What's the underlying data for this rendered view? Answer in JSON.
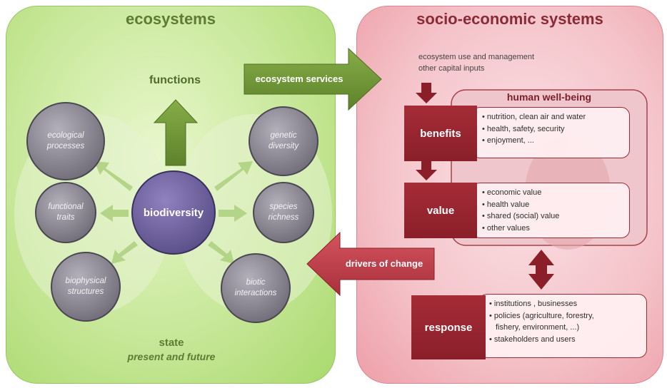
{
  "ecosystems": {
    "title": "ecosystems",
    "functions_label": "functions",
    "state_label": "state",
    "state_sub": "present and future",
    "center": "biodiversity",
    "circles": [
      {
        "id": "ecological-processes",
        "label": "ecological\nprocesses"
      },
      {
        "id": "functional-traits",
        "label": "functional\ntraits"
      },
      {
        "id": "biophysical-structures",
        "label": "biophysical\nstructures"
      },
      {
        "id": "genetic-diversity",
        "label": "genetic\ndiversity"
      },
      {
        "id": "species-richness",
        "label": "species\nrichness"
      },
      {
        "id": "biotic-interactions",
        "label": "biotic\ninteractions"
      }
    ]
  },
  "arrows": {
    "ecosystem_services": "ecosystem services",
    "drivers_of_change": "drivers of change"
  },
  "socio": {
    "title": "socio-economic systems",
    "note_line1": "ecosystem use and management",
    "note_line2": "other capital inputs",
    "human_wellbeing": "human well-being",
    "benefits": {
      "label": "benefits",
      "items": [
        "nutrition, clean air and water",
        "health, safety, security",
        "enjoyment, ..."
      ]
    },
    "value": {
      "label": "value",
      "items": [
        "economic value",
        "health value",
        "shared (social) value",
        "other values"
      ]
    },
    "response": {
      "label": "response",
      "items": [
        "institutions , businesses",
        "policies (agriculture, forestry,",
        "fishery, environment, ...)",
        "stakeholders and users"
      ]
    }
  },
  "colors": {
    "eco_green": "#a9d96d",
    "socio_pink": "#f4c3c9",
    "arrow_green": "#6f9636",
    "arrow_red": "#c0404b",
    "box_red": "#8a1f29",
    "circle_grey": "#8b8894",
    "center_purple": "#6c5f9a"
  }
}
